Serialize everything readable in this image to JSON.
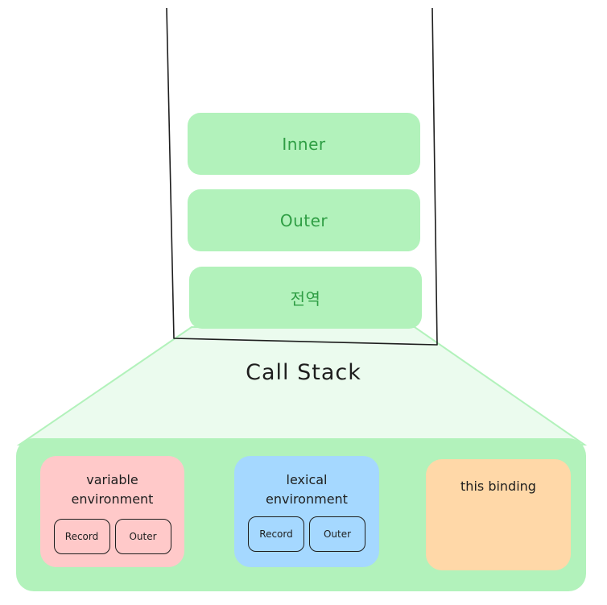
{
  "stack": {
    "frames": [
      {
        "label": "Inner"
      },
      {
        "label": "Outer"
      },
      {
        "label": "전역"
      }
    ],
    "title": "Call Stack"
  },
  "context": {
    "variable_environment": {
      "title": "variable\nenvironment",
      "record": "Record",
      "outer": "Outer"
    },
    "lexical_environment": {
      "title": "lexical\nenvironment",
      "record": "Record",
      "outer": "Outer"
    },
    "this_binding": {
      "title": "this binding"
    }
  },
  "colors": {
    "frame_fill": "#b2f2bb",
    "frame_text": "#2f9e44",
    "panel_fill": "#b2f2bb",
    "trapezoid_fill": "#ebfbee",
    "variable_env_fill": "#ffc9c9",
    "lexical_env_fill": "#a5d8ff",
    "this_binding_fill": "#ffd8a8",
    "ink": "#1e1e1e"
  }
}
